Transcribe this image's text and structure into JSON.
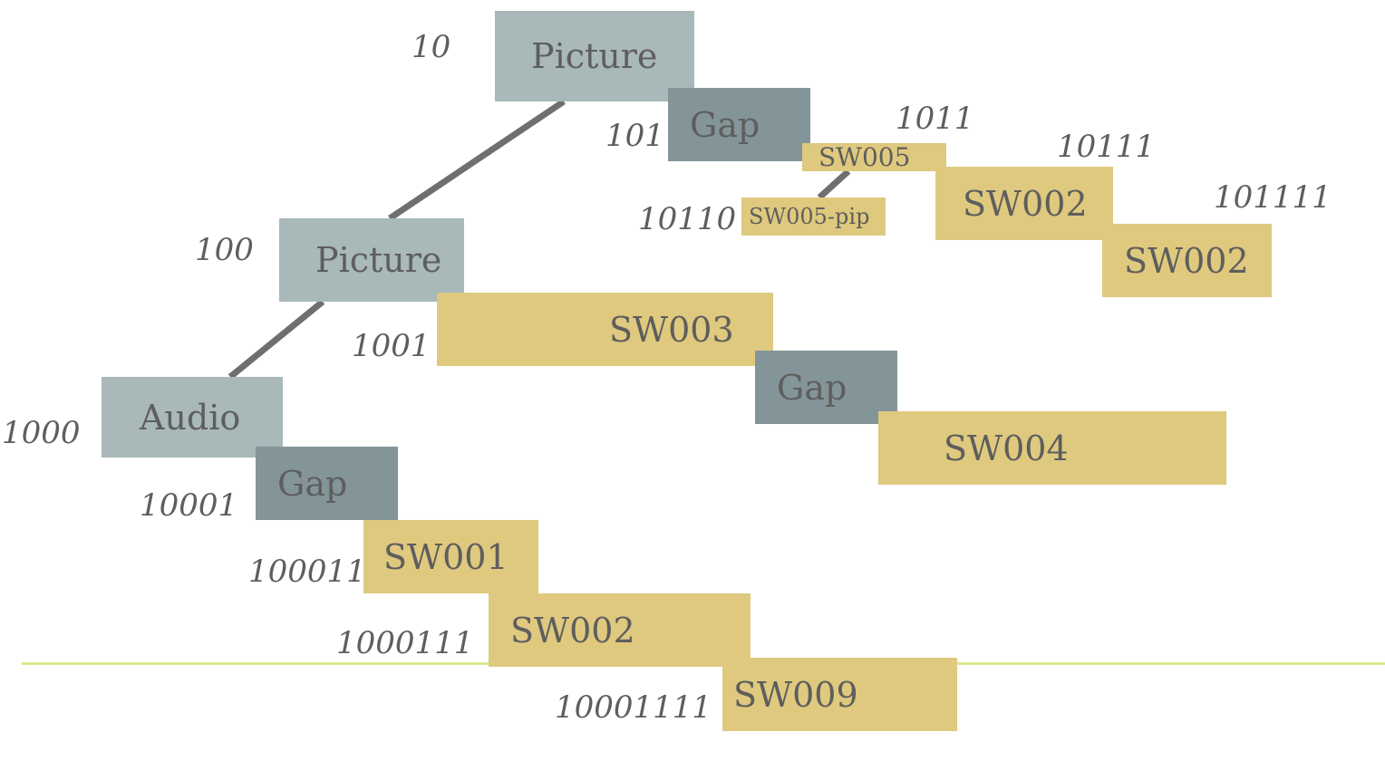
{
  "colors": {
    "picture": "#a9b8b8",
    "gap": "#84959a",
    "sw": "#dfc97e",
    "text": "#5e5e5e",
    "connector": "#6f6f6f",
    "baseline": "#d6ea8c"
  },
  "nodes": {
    "n10": {
      "id": "10",
      "label": "Picture"
    },
    "n101": {
      "id": "101",
      "label": "Gap"
    },
    "n1011": {
      "id": "1011",
      "label": "SW005"
    },
    "n10110": {
      "id": "10110",
      "label": "SW005-pip"
    },
    "n10111": {
      "id": "10111",
      "label": "SW002"
    },
    "n101111": {
      "id": "101111",
      "label": "SW002"
    },
    "n100": {
      "id": "100",
      "label": "Picture"
    },
    "n1001": {
      "id": "1001",
      "label": "SW003"
    },
    "n_gap_sw004": {
      "label": "Gap"
    },
    "n_sw004": {
      "label": "SW004"
    },
    "n1000": {
      "id": "1000",
      "label": "Audio"
    },
    "n10001": {
      "id": "10001",
      "label": "Gap"
    },
    "n100011": {
      "id": "100011",
      "label": "SW001"
    },
    "n1000111": {
      "id": "1000111",
      "label": "SW002"
    },
    "n10001111": {
      "id": "10001111",
      "label": "SW009"
    }
  }
}
